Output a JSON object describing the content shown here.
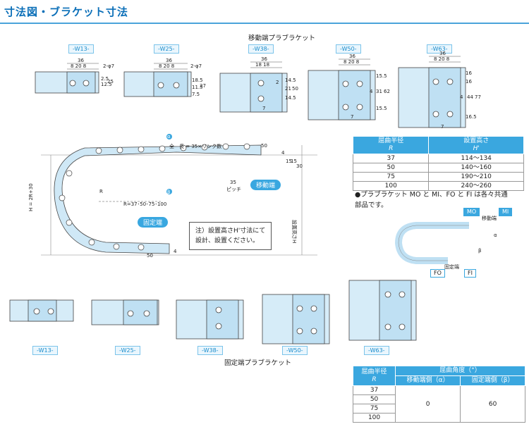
{
  "header": {
    "title": "寸法図・ブラケット寸法"
  },
  "top_section": {
    "title": "移動端プラブラケット",
    "tags": [
      "-W13-",
      "-W25-",
      "-W38-",
      "-W50-",
      "-W63-"
    ]
  },
  "bottom_section": {
    "title": "固定端プラブラケット",
    "tags": [
      "-W13-",
      "-W25-",
      "-W38-",
      "-W50-",
      "-W63-"
    ]
  },
  "dims": {
    "top": [
      "36",
      "8 20 8",
      "2-φ7",
      "36",
      "8 20 8",
      "2-φ7",
      "36",
      "18 18",
      "36",
      "8 20 8",
      "36",
      "8 20 8"
    ],
    "w13_side": [
      "2.5",
      "12.5",
      "25"
    ],
    "w25_side": [
      "18.5",
      "11.5",
      "7.5",
      "37"
    ],
    "w38_side": [
      "2",
      "21",
      "14.5",
      "50",
      "14.5",
      "7"
    ],
    "w50_side": [
      "15.5",
      "31",
      "4",
      "62",
      "15.5",
      "7"
    ],
    "w63_side": [
      "16",
      "16",
      "44",
      "77",
      "16.5",
      "4",
      "7"
    ]
  },
  "main_diagram": {
    "total_length": "全　長 = 35×リンク数",
    "pitch": "35\nピッチ",
    "pitch_label": "ピッチ",
    "pitch_value": "35",
    "r_values": "R=37･50･75･100",
    "r": "R",
    "h_formula": "H = 2R+30",
    "install_height": "設置高さH",
    "moving_end": "移動端",
    "fixed_end": "固定端",
    "d50_top": "50",
    "d50_bottom": "50",
    "d4_top": "4",
    "d4_bottom": "4",
    "d15": "15",
    "d15b": "15",
    "d30": "30",
    "marker_a": "α",
    "marker_b": "β"
  },
  "note": {
    "line1": "注）設置高さH'寸法にて",
    "line2": "設計、設置ください。"
  },
  "height_table": {
    "headers": [
      "屈曲半径",
      "設置高さ"
    ],
    "subheaders": [
      "R",
      "H'"
    ],
    "rows": [
      [
        "37",
        "114〜134"
      ],
      [
        "50",
        "140〜160"
      ],
      [
        "75",
        "190〜210"
      ],
      [
        "100",
        "240〜260"
      ]
    ]
  },
  "bracket_note": {
    "line1": "●プラブラケット MO と MI、FO と FI は各々共通",
    "line2": "部品です。"
  },
  "mini_diagram": {
    "mo": "MO",
    "mi": "MI",
    "fo": "FO",
    "fi": "FI",
    "moving": "移動端",
    "fixed": "固定端",
    "alpha": "α",
    "beta": "β"
  },
  "angle_table": {
    "h1": "屈曲半径",
    "h1sub": "R",
    "h2": "屈曲角度（°）",
    "h2a": "移動端側（α）",
    "h2b": "固定端側（β）",
    "r_values": [
      "37",
      "50",
      "75",
      "100"
    ],
    "alpha": "0",
    "beta": "60"
  },
  "colors": {
    "accent": "#3aa7df",
    "title": "#0b6fb8",
    "part_fill": "#d6ecf8"
  }
}
